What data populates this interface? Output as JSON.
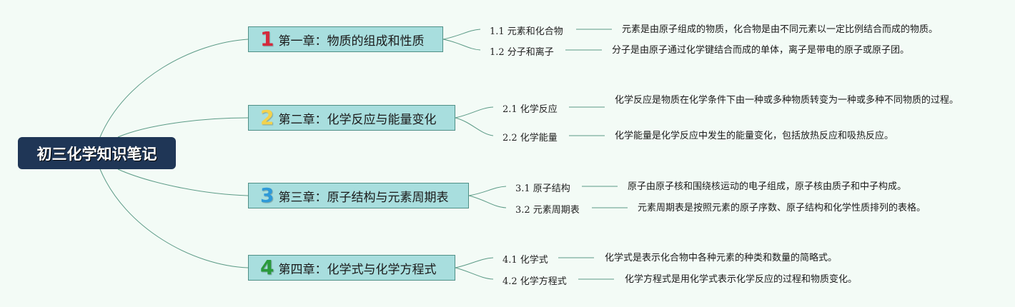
{
  "root": {
    "title": "初三化学知识笔记"
  },
  "colors": {
    "ch1": "#d42a3c",
    "ch2": "#f2d24e",
    "ch3": "#2f9ad8",
    "ch4": "#2a9a3c",
    "line": "#5b9a86"
  },
  "chapters": [
    {
      "num": "1",
      "title": "第一章：物质的组成和性质",
      "topics": [
        {
          "label": "1.1 元素和化合物",
          "desc": "元素是由原子组成的物质，化合物是由不同元素以一定比例结合而成的物质。"
        },
        {
          "label": "1.2 分子和离子",
          "desc": "分子是由原子通过化学键结合而成的单体，离子是带电的原子或原子团。"
        }
      ]
    },
    {
      "num": "2",
      "title": "第二章：化学反应与能量变化",
      "topics": [
        {
          "label": "2.1 化学反应",
          "desc": "化学反应是物质在化学条件下由一种或多种物质转变为一种或多种不同物质的过程。"
        },
        {
          "label": "2.2 化学能量",
          "desc": "化学能量是化学反应中发生的能量变化，包括放热反应和吸热反应。"
        }
      ]
    },
    {
      "num": "3",
      "title": "第三章：原子结构与元素周期表",
      "topics": [
        {
          "label": "3.1 原子结构",
          "desc": "原子由原子核和围绕核运动的电子组成，原子核由质子和中子构成。"
        },
        {
          "label": "3.2 元素周期表",
          "desc": "元素周期表是按照元素的原子序数、原子结构和化学性质排列的表格。"
        }
      ]
    },
    {
      "num": "4",
      "title": "第四章：化学式与化学方程式",
      "topics": [
        {
          "label": "4.1 化学式",
          "desc": "化学式是表示化合物中各种元素的种类和数量的简略式。"
        },
        {
          "label": "4.2 化学方程式",
          "desc": "化学方程式是用化学式表示化学反应的过程和物质变化。"
        }
      ]
    }
  ]
}
